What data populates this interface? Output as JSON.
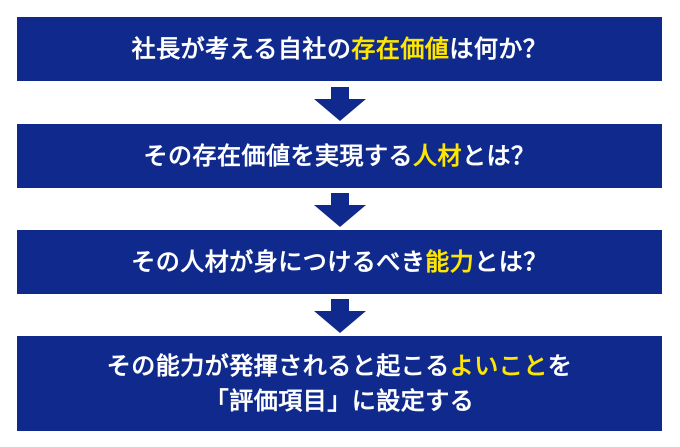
{
  "steps": [
    {
      "pre": "社長が考える自社の",
      "hl": "存在価値",
      "post": "は何か？"
    },
    {
      "pre": "その存在価値を実現する",
      "hl": "人材",
      "post": "とは？"
    },
    {
      "pre": "その人材が身につけるべき",
      "hl": "能力",
      "post": "とは？"
    },
    {
      "pre": "その能力が発揮されると起こる",
      "hl": "よいこと",
      "post": "を",
      "line2": "「評価項目」に設定する"
    }
  ],
  "colors": {
    "box": "#0f2a8c",
    "text": "#ffffff",
    "highlight": "#ffe600"
  }
}
